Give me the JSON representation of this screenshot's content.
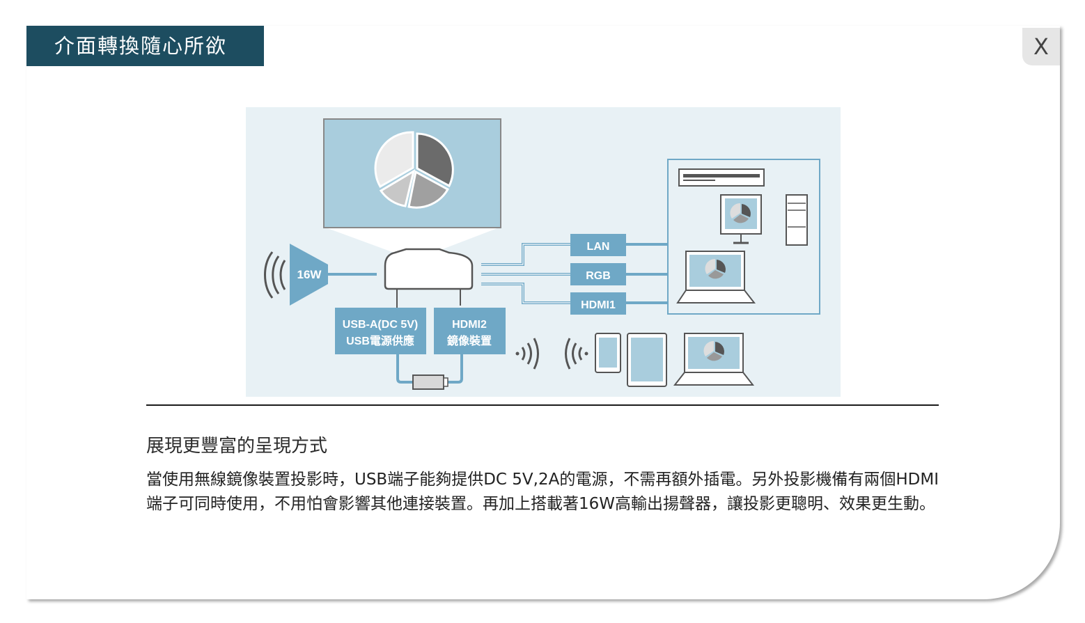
{
  "panel": {
    "title": "介面轉換隨心所欲",
    "close_label": "X"
  },
  "diagram": {
    "speaker_label": "16W",
    "port_lan": "LAN",
    "port_rgb": "RGB",
    "port_hdmi1": "HDMI1",
    "usb_box_line1": "USB-A(DC 5V)",
    "usb_box_line2": "USB電源供應",
    "hdmi2_box_line1": "HDMI2",
    "hdmi2_box_line2": "鏡像裝置",
    "colors": {
      "background": "#e8f1f5",
      "accent": "#6fa8c6",
      "screen": "#a9cddd",
      "line": "#555555"
    }
  },
  "content": {
    "heading": "展現更豐富的呈現方式",
    "body": "當使用無線鏡像裝置投影時，USB端子能夠提供DC 5V,2A的電源，不需再額外插電。另外投影機備有兩個HDMI端子可同時使用，不用怕會影響其他連接裝置。再加上搭載著16W高輸出揚聲器，讓投影更聰明、效果更生動。"
  }
}
